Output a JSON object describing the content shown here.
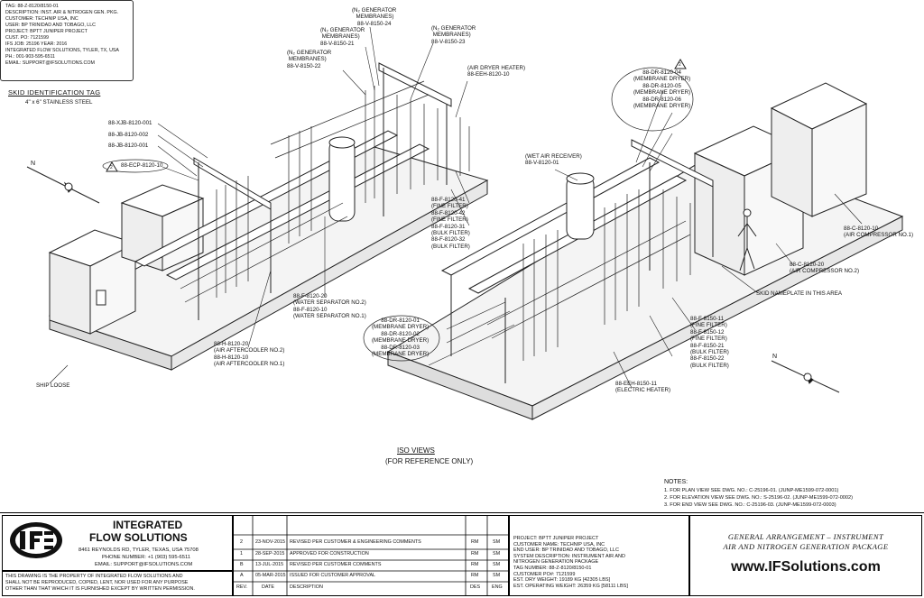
{
  "skid_tag": {
    "lines": [
      "TAG: 88-Z-8120/8150-01",
      "DESCRIPTION: INST. AIR & NITROGEN GEN. PKG.",
      "CUSTOMER: TECHNIP USA, INC",
      "USER: BP TRINIDAD AND TOBAGO, LLC",
      "PROJECT: BPTT JUNIPER PROJECT",
      "CUST. PO: 7121599",
      "IFS JOB: 25196          YEAR: 2016",
      "INTEGRATED FLOW SOLUTIONS, TYLER, TX, USA",
      "PH.: 001-903-595-6511",
      "EMAIL: SUPPORT@IFSOLUTIONS.COM"
    ],
    "title": "SKID IDENTIFICATION TAG",
    "subtitle": "4\" x 6\" STAINLESS STEEL"
  },
  "callouts": {
    "n2_gen_24": "(N₂ GENERATOR\n MEMBRANES)\n88-V-8150-24",
    "n2_gen_21": "(N₂ GENERATOR\n MEMBRANES)\n88-V-8150-21",
    "n2_gen_23": "(N₂ GENERATOR\n MEMBRANES)\n88-V-8150-23",
    "n2_gen_22": "(N₂ GENERATOR\n MEMBRANES)\n88-V-8150-22",
    "air_dryer_heater": "(AIR DRYER HEATER)\n88-EEH-8120-10",
    "jb1": "88-XJB-8120-001",
    "jb2": "88-JB-8120-002",
    "jb3": "88-JB-8120-001",
    "ecp": "88-ECP-8120-10",
    "ecp_rev": "2",
    "wet_air": "(WET AIR RECEIVER)\n88-V-8120-01",
    "filters_a": "88-F-8120-41\n(FINE FILTER)\n88-F-8120-42\n(FINE FILTER)\n88-F-8120-31\n(BULK FILTER)\n88-F-8120-32\n(BULK FILTER)",
    "water_sep": "88-F-8120-20\n(WATER SEPARATOR NO.2)\n88-F-8120-10\n(WATER SEPARATOR NO.1)",
    "aftercooler": "88-H-8120-20\n(AIR AFTERCOOLER NO.2)\n88-H-8120-10\n(AIR AFTERCOOLER NO.1)",
    "ship_loose": "SHIP LOOSE",
    "membrane_dryers_top": "88-DR-8120-04\n(MEMBRANE DRYER)\n88-DR-8120-05\n(MEMBRANE DRYER)\n88-DR-8120-06\n(MEMBRANE DRYER)",
    "membrane_dryers_bottom": "88-DR-8120-01\n(MEMBRANE DRYER)\n88-DR-8120-02\n(MEMBRANE DRYER)\n88-DR-8120-03\n(MEMBRANE DRYER)",
    "compressor1": "88-C-8120-10\n(AIR COMPRESSOR NO.1)",
    "compressor2": "88-C-8120-20\n(AIR COMPRESSOR NO.2)",
    "nameplate": "SKID NAMEPLATE IN THIS AREA",
    "filters_b": "88-F-8150-11\n(FINE FILTER)\n88-F-8150-12\n(FINE FILTER)\n88-F-8150-21\n(BULK FILTER)\n88-F-8150-22\n(BULK FILTER)",
    "electric_heater": "88-EEH-8150-11\n(ELECTRIC HEATER)",
    "rev_mark": "2"
  },
  "iso_title": "ISO VIEWS",
  "iso_subtitle": "(FOR REFERENCE ONLY)",
  "notes": {
    "title": "NOTES:",
    "items": [
      "1.   FOR PLAN VIEW SEE DWG. NO.: C-25196-01. (JUNP-ME1599-072-0001)",
      "2.   FOR ELEVATION VIEW SEE DWG. NO.: S-25196-02. (JUNP-ME1599-072-0002)",
      "3.   FOR END VIEW SEE DWG. NO.: C-25196-03. (JUNP-ME1599-072-0003)"
    ]
  },
  "company": {
    "logo_text": "IFS",
    "name_line1": "INTEGRATED",
    "name_line2": "FLOW SOLUTIONS",
    "address": "8461 REYNOLDS RD, TYLER, TEXAS, USA 75708",
    "phone": "PHONE NUMBER: +1 (903) 595-6511",
    "email": "EMAIL: SUPPORT@IFSOLUTIONS.COM",
    "disclaimer": "THIS DRAWING IS THE PROPERTY OF INTEGRATED FLOW SOLUTIONS AND\nSHALL NOT BE REPRODUCED, COPIED, LENT, NOR USED FOR ANY PURPOSE\nOTHER THAN THAT WHICH IT IS FURNISHED EXCEPT BY WRITTEN PERMISSION."
  },
  "revisions": {
    "headers": [
      "REV.",
      "DATE",
      "DESCRIPTION",
      "DES",
      "ENG"
    ],
    "rows": [
      {
        "rev": "2",
        "date": "23-NOV-2015",
        "desc": "REVISED PER CUSTOMER & ENGINEERING COMMENTS",
        "des": "RM",
        "eng": "SM"
      },
      {
        "rev": "1",
        "date": "28-SEP-2015",
        "desc": "APPROVED FOR CONSTRUCTION",
        "des": "RM",
        "eng": "SM"
      },
      {
        "rev": "B",
        "date": "13-JUL-2015",
        "desc": "REVISED PER CUSTOMER COMMENTS",
        "des": "RM",
        "eng": "SM"
      },
      {
        "rev": "A",
        "date": "05-MAR-2015",
        "desc": "ISSUED FOR CUSTOMER APPROVAL",
        "des": "RM",
        "eng": "SM"
      }
    ]
  },
  "project_info": [
    "PROJECT: BPTT JUNIPER PROJECT",
    "CUSTOMER NAME: TECHNIP USA, INC",
    "END USER: BP TRINIDAD AND TOBAGO, LLC",
    "SYSTEM DESCRIPTION: INSTRUMENT AIR AND",
    "NITROGEN GENERATION PACKAGE",
    "TAG NUMBER: 88-Z-8120/8150-01",
    "CUSTOMER PO#: 7121599",
    "EST. DRY WEIGHT: 19189 KG [42305 LBS]",
    "EST. OPERATING WEIGHT: 26359 KG [58111 LBS]"
  ],
  "drawing_title": {
    "line1": "GENERAL ARRANGEMENT  –  INSTRUMENT",
    "line2": "AIR AND NITROGEN GENERATION PACKAGE"
  },
  "website": "www.IFSolutions.com",
  "north_marks": [
    "N",
    "N"
  ]
}
